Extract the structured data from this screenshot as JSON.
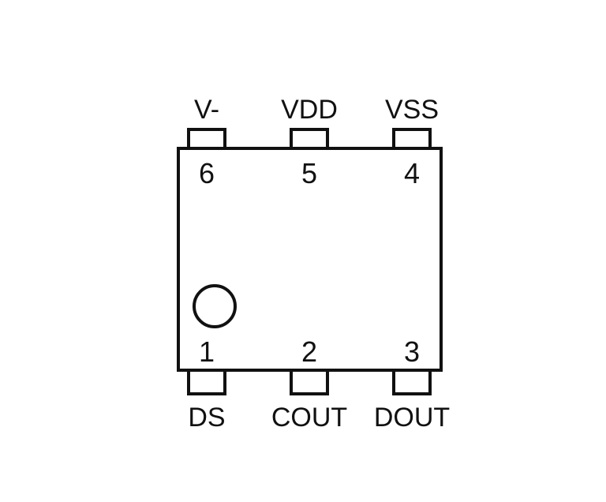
{
  "package": {
    "pins": [
      {
        "number": "1",
        "name": "DS",
        "side": "bottom",
        "slot": 0
      },
      {
        "number": "2",
        "name": "COUT",
        "side": "bottom",
        "slot": 1
      },
      {
        "number": "3",
        "name": "DOUT",
        "side": "bottom",
        "slot": 2
      },
      {
        "number": "4",
        "name": "VSS",
        "side": "top",
        "slot": 2
      },
      {
        "number": "5",
        "name": "VDD",
        "side": "top",
        "slot": 1
      },
      {
        "number": "6",
        "name": "V-",
        "side": "top",
        "slot": 0
      }
    ],
    "pin1_marker": true,
    "colors": {
      "ink": "#111111",
      "background": "#ffffff"
    }
  }
}
